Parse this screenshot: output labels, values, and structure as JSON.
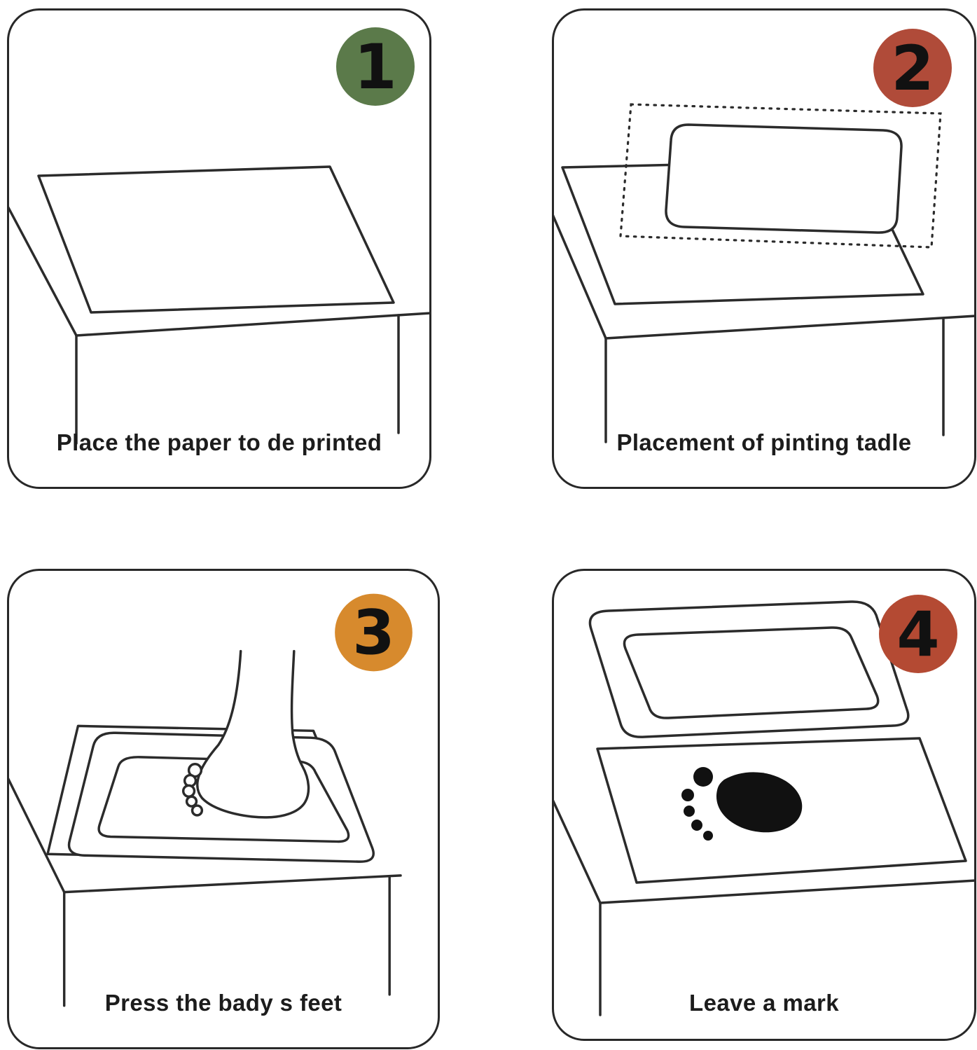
{
  "colors": {
    "ink": "#2b2b2b",
    "background": "#ffffff"
  },
  "panels": [
    {
      "number": "1",
      "badge_color": "#5b7a4a",
      "caption": "Place the paper to de printed"
    },
    {
      "number": "2",
      "badge_color": "#b04b39",
      "caption": "Placement of pinting tadle"
    },
    {
      "number": "3",
      "badge_color": "#d78a2d",
      "caption": "Press the bady s feet"
    },
    {
      "number": "4",
      "badge_color": "#b44a33",
      "caption": "Leave a mark"
    }
  ]
}
